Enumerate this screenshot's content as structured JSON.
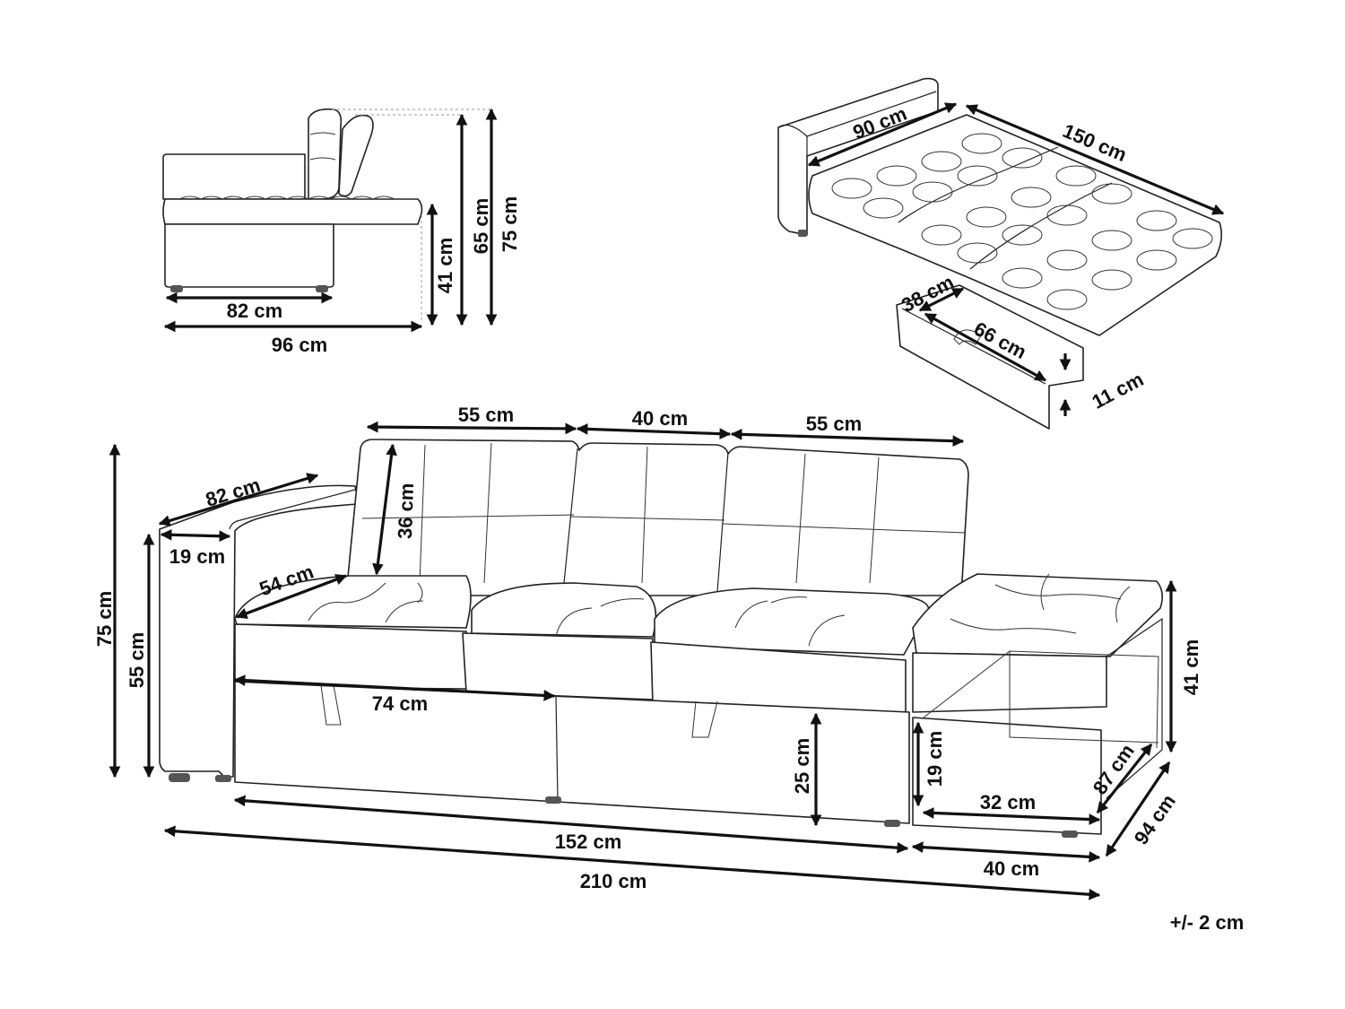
{
  "tolerance_note": "+/- 2 cm",
  "side_view": {
    "seat_depth": "82 cm",
    "total_depth": "96 cm",
    "seat_height": "41 cm",
    "back_height": "65 cm",
    "total_height": "75 cm"
  },
  "bed_view": {
    "bed_width": "90 cm",
    "bed_length": "150 cm",
    "drawer_depth": "38 cm",
    "drawer_width": "66 cm",
    "drawer_height": "11 cm"
  },
  "front_view": {
    "back_section_left": "55 cm",
    "back_section_middle": "40 cm",
    "back_section_right": "55 cm",
    "armrest_depth": "82 cm",
    "armrest_width": "19 cm",
    "backrest_height": "36 cm",
    "seat_depth": "54 cm",
    "total_height": "75 cm",
    "armrest_height": "55 cm",
    "storage_width": "74 cm",
    "storage_height": "25 cm",
    "ottoman_height": "41 cm",
    "ottoman_inner_height": "19 cm",
    "ottoman_inner_width": "32 cm",
    "ottoman_inner_depth": "87 cm",
    "ottoman_depth": "94 cm",
    "ottoman_width": "40 cm",
    "sofa_width": "152 cm",
    "total_width": "210 cm"
  }
}
